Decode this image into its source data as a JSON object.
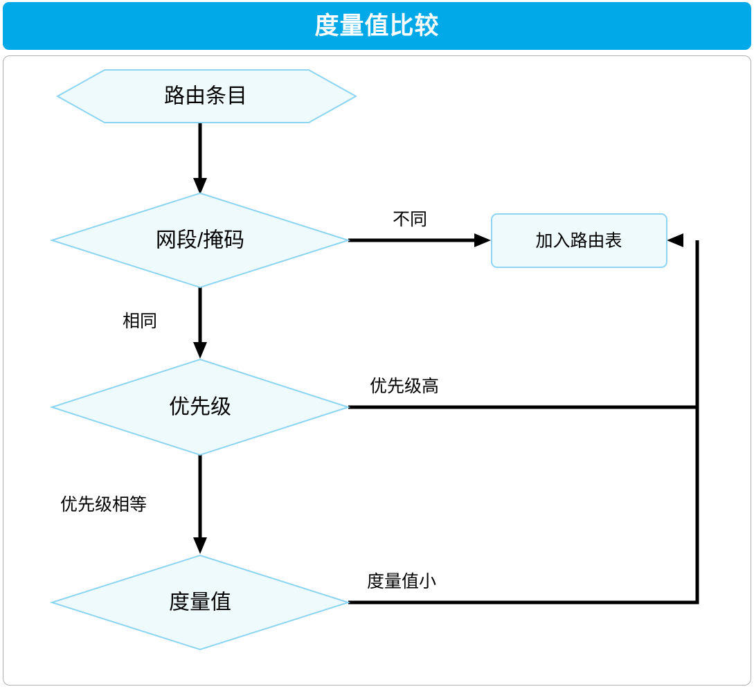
{
  "header": {
    "title": "度量值比较",
    "background_color": "#02a9e9",
    "text_color": "#ffffff"
  },
  "theme": {
    "shape_fill": "#effafd",
    "shape_stroke": "#8bd4f2",
    "edge_color": "#000000",
    "frame_border": "#aeb0b2",
    "canvas_background": "#ffffff"
  },
  "flowchart": {
    "type": "flowchart",
    "nodes": [
      {
        "id": "start",
        "shape": "hexagon",
        "label": "路由条目"
      },
      {
        "id": "network-mask",
        "shape": "diamond",
        "label": "网段/掩码"
      },
      {
        "id": "add-route-table",
        "shape": "rounded-rect",
        "label": "加入路由表"
      },
      {
        "id": "priority",
        "shape": "diamond",
        "label": "优先级"
      },
      {
        "id": "metric",
        "shape": "diamond",
        "label": "度量值"
      }
    ],
    "edges": [
      {
        "id": "e1",
        "from": "start",
        "to": "network-mask",
        "label": ""
      },
      {
        "id": "e2",
        "from": "network-mask",
        "to": "add-route-table",
        "label": "不同"
      },
      {
        "id": "e3",
        "from": "network-mask",
        "to": "priority",
        "label": "相同"
      },
      {
        "id": "e4",
        "from": "priority",
        "to": "add-route-table",
        "label": "优先级高"
      },
      {
        "id": "e5",
        "from": "priority",
        "to": "metric",
        "label": "优先级相等"
      },
      {
        "id": "e6",
        "from": "metric",
        "to": "add-route-table",
        "label": "度量值小"
      }
    ]
  }
}
